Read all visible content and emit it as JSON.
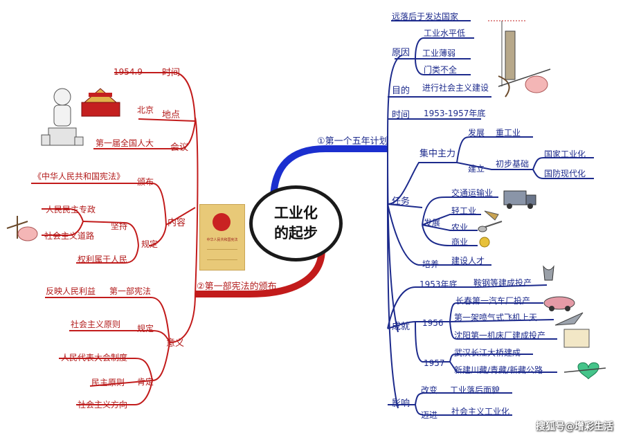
{
  "center": {
    "line1": "工业化",
    "line2": "的起步"
  },
  "right": {
    "branch": "①第一个五年计划",
    "top_note": "远落后于发达国家",
    "reason": {
      "label": "原因",
      "items": [
        "工业水平低",
        "工业薄弱",
        "门类不全"
      ]
    },
    "purpose": {
      "label": "目的",
      "text": "进行社会主义建设"
    },
    "time": {
      "label": "时间",
      "text": "1953-1957年底"
    },
    "task": {
      "label": "任务",
      "focus": "集中主力",
      "develop": "发展",
      "heavy": "重工业",
      "build": "建立",
      "initial_base": "初步基础",
      "industrialization": "国家工业化",
      "defense": "国防现代化",
      "develop2": "发展",
      "transport": "交通运输业",
      "light": "轻工业",
      "agriculture": "农业",
      "commerce": "商业",
      "cultivate": "培养",
      "talent": "建设人才"
    },
    "achievement": {
      "label": "成就",
      "y1953": "1953年底",
      "anshan": "鞍钢等建成投产",
      "y1956": "1956",
      "changchun": "长春第一汽车厂投产",
      "jet": "第一架喷气式飞机上天",
      "shenyang": "沈阳第一机床厂建成投产",
      "y1957": "1957",
      "wuhan": "武汉长江大桥建成",
      "roads": "新建川藏/青藏/新藏公路"
    },
    "impact": {
      "label": "影响",
      "change": "改变",
      "change_text": "工业落后面貌",
      "advance": "迈进",
      "advance_text": "社会主义工业化"
    }
  },
  "left": {
    "branch": "②第一部宪法的颁布",
    "meeting": {
      "label": "会议",
      "time_label": "时间",
      "time": "1954.9",
      "place_label": "地点",
      "place": "北京",
      "name": "第一届全国人大"
    },
    "content": {
      "label": "内容",
      "promulgate": "颁布",
      "constitution": "《中华人民共和国宪法》",
      "rule": "规定",
      "uphold": "坚持",
      "democracy": "人民民主专政",
      "socialism": "社会主义道路",
      "power": "权利属于人民"
    },
    "significance": {
      "label": "意义",
      "first": "第一部宪法",
      "interest": "反映人民利益",
      "rule": "规定",
      "principle": "社会主义原则",
      "affirm": "肯定",
      "congress": "人民代表大会制度",
      "democracy": "民主原则",
      "direction": "社会主义方向"
    },
    "book_title": "中华人民共和国宪法"
  },
  "watermark": "搜狐号@增彩生活",
  "colors": {
    "left_branch": "#c21b1b",
    "right_branch": "#1b2fcf",
    "right_text": "#1c2a8c",
    "left_text": "#b21a1a"
  }
}
